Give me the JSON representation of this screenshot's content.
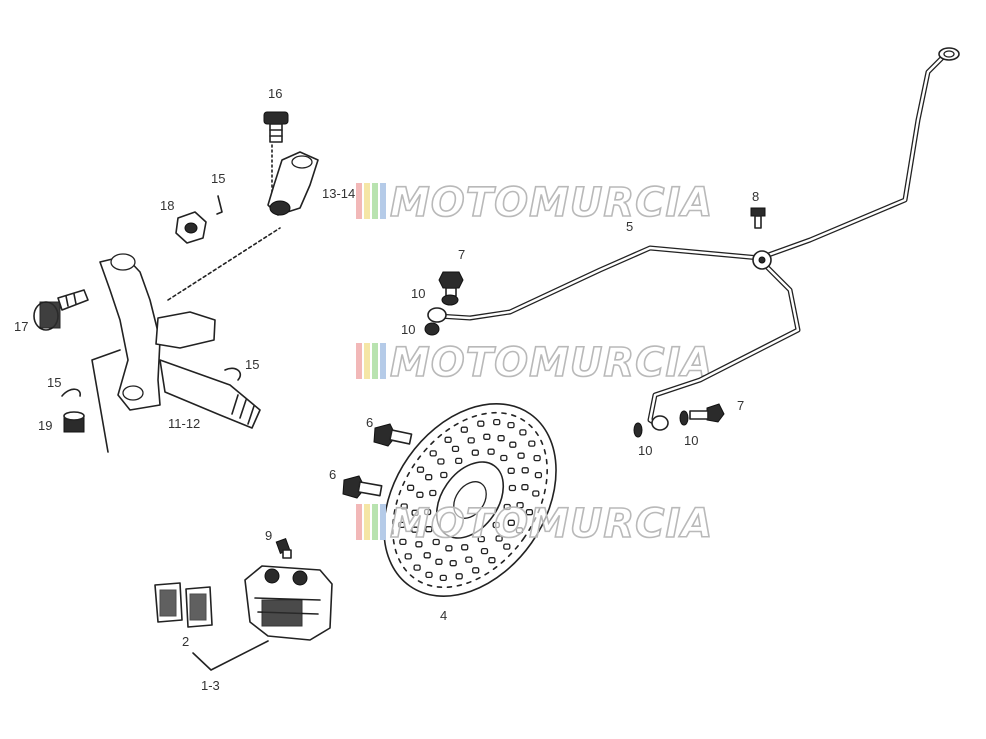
{
  "labels": [
    {
      "id": "lbl-16",
      "text": "16"
    },
    {
      "id": "lbl-15a",
      "text": "15"
    },
    {
      "id": "lbl-13-14",
      "text": "13-14"
    },
    {
      "id": "lbl-18",
      "text": "18"
    },
    {
      "id": "lbl-17",
      "text": "17"
    },
    {
      "id": "lbl-15b",
      "text": "15"
    },
    {
      "id": "lbl-15c",
      "text": "15"
    },
    {
      "id": "lbl-19",
      "text": "19"
    },
    {
      "id": "lbl-11-12",
      "text": "11-12"
    },
    {
      "id": "lbl-8",
      "text": "8"
    },
    {
      "id": "lbl-5",
      "text": "5"
    },
    {
      "id": "lbl-7a",
      "text": "7"
    },
    {
      "id": "lbl-10a",
      "text": "10"
    },
    {
      "id": "lbl-10b",
      "text": "10"
    },
    {
      "id": "lbl-7b",
      "text": "7"
    },
    {
      "id": "lbl-10c",
      "text": "10"
    },
    {
      "id": "lbl-10d",
      "text": "10"
    },
    {
      "id": "lbl-6a",
      "text": "6"
    },
    {
      "id": "lbl-6b",
      "text": "6"
    },
    {
      "id": "lbl-4",
      "text": "4"
    },
    {
      "id": "lbl-9",
      "text": "9"
    },
    {
      "id": "lbl-2",
      "text": "2"
    },
    {
      "id": "lbl-1-3",
      "text": "1-3"
    }
  ],
  "watermark": {
    "text": "MOTOMURCIA",
    "stripe_colors": [
      "#f2b8b8",
      "#f5e6a6",
      "#b9e3b0",
      "#b5cbe8"
    ]
  }
}
